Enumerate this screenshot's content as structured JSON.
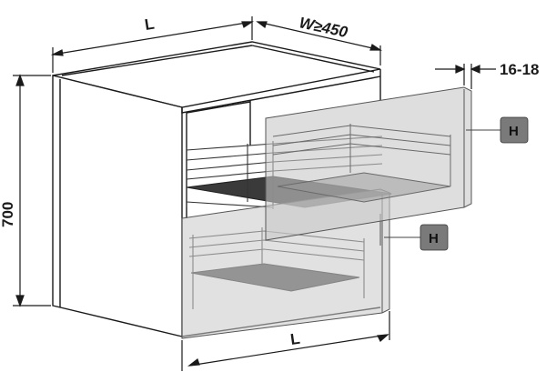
{
  "dimensions": {
    "top_width": "L",
    "depth": "W≥450",
    "height": "700",
    "front_thickness": "16-18",
    "bottom_width": "L"
  },
  "height_markers": {
    "upper": "H",
    "lower": "H"
  },
  "colors": {
    "line": "#1a1a1a",
    "front_panel_fill": "#c8c8c8",
    "marker_fill": "#7a7a7a",
    "drawer_floor": "#3a3a3a"
  }
}
